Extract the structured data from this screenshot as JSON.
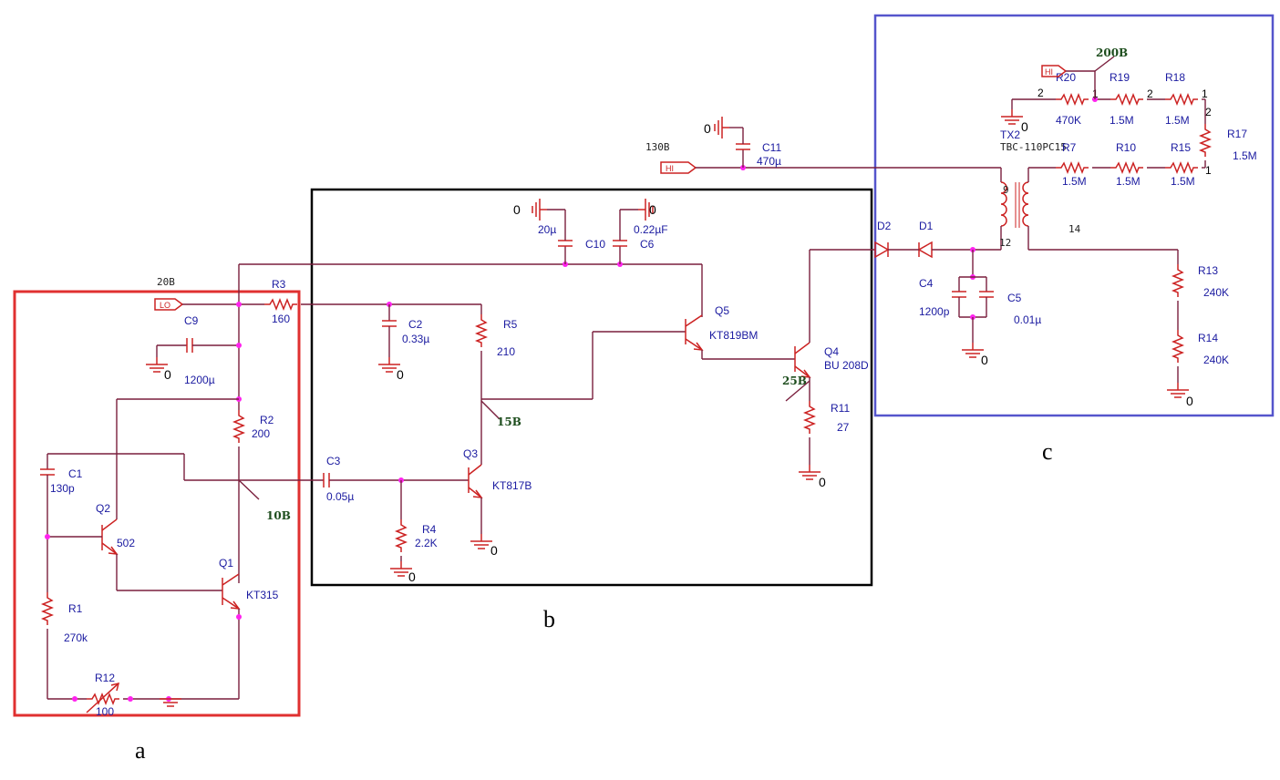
{
  "sections": {
    "a": {
      "label": "a",
      "color": "#e03030"
    },
    "b": {
      "label": "b",
      "color": "#000000"
    },
    "c": {
      "label": "c",
      "color": "#5555cc"
    }
  },
  "ports": {
    "lo": "LO",
    "hi1": "HI",
    "hi2": "HI"
  },
  "voltages": {
    "v20": "20B",
    "v130": "130B",
    "v200": "200B",
    "v10": "10B",
    "v15": "15B",
    "v25": "25B"
  },
  "components": {
    "C9": {
      "ref": "C9",
      "value": "1200µ"
    },
    "R3": {
      "ref": "R3",
      "value": "160"
    },
    "R2": {
      "ref": "R2",
      "value": "200"
    },
    "C1": {
      "ref": "C1",
      "value": "130p"
    },
    "Q2": {
      "ref": "Q2",
      "value": "502"
    },
    "Q1": {
      "ref": "Q1",
      "value": "KT315"
    },
    "R1": {
      "ref": "R1",
      "value": "270k"
    },
    "R12": {
      "ref": "R12",
      "value": "100"
    },
    "C2": {
      "ref": "C2",
      "value": "0.33µ"
    },
    "R5": {
      "ref": "R5",
      "value": "210"
    },
    "C3": {
      "ref": "C3",
      "value": "0.05µ"
    },
    "R4": {
      "ref": "R4",
      "value": "2.2K"
    },
    "Q3": {
      "ref": "Q3",
      "value": "KT817B"
    },
    "C10": {
      "ref": "C10",
      "value": "20µ"
    },
    "C6": {
      "ref": "C6",
      "value": "0.22µF"
    },
    "Q5": {
      "ref": "Q5",
      "value": "KT819BM"
    },
    "Q4": {
      "ref": "Q4",
      "value": "BU 208D"
    },
    "R11": {
      "ref": "R11",
      "value": "27"
    },
    "C11": {
      "ref": "C11",
      "value": "470µ"
    },
    "D2": {
      "ref": "D2"
    },
    "D1": {
      "ref": "D1"
    },
    "C4": {
      "ref": "C4",
      "value": "1200p"
    },
    "C5": {
      "ref": "C5",
      "value": "0.01µ"
    },
    "TX2": {
      "ref": "TX2",
      "value": "TBC-110PC15"
    },
    "R20": {
      "ref": "R20",
      "value": "470K"
    },
    "R19": {
      "ref": "R19",
      "value": "1.5M"
    },
    "R18": {
      "ref": "R18",
      "value": "1.5M"
    },
    "R17": {
      "ref": "R17",
      "value": "1.5M"
    },
    "R7": {
      "ref": "R7",
      "value": "1.5M"
    },
    "R10": {
      "ref": "R10",
      "value": "1.5M"
    },
    "R15": {
      "ref": "R15",
      "value": "1.5M"
    },
    "R13": {
      "ref": "R13",
      "value": "240K"
    },
    "R14": {
      "ref": "R14",
      "value": "240K"
    }
  },
  "ground_label": "0",
  "pins": {
    "p1": "1",
    "p2": "2",
    "p9": "9",
    "p12": "12",
    "p14": "14"
  }
}
